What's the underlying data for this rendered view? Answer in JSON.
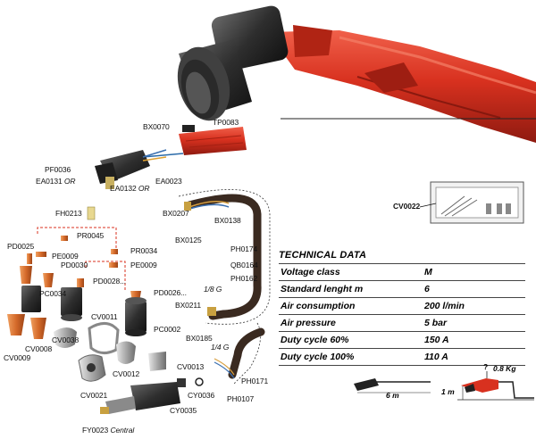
{
  "labels": {
    "BX0070": "BX0070",
    "TP0083": "TP0083",
    "PF0036": "PF0036",
    "EA0131": "EA0131",
    "EA0132": "EA0132",
    "EA0023": "EA0023",
    "OR": "OR",
    "FH0213": "FH0213",
    "PR0045": "PR0045",
    "PR0034": "PR0034",
    "PD0025": "PD0025",
    "PE0009a": "PE0009",
    "PE0009b": "PE0009",
    "PD0030": "PD0030",
    "PD0028": "PD0028...",
    "PD0026": "PD0026...",
    "PC0034": "PC0034",
    "CV0011": "CV0011",
    "PC0002": "PC0002",
    "CV0008": "CV0008",
    "CV0038": "CV0038",
    "CV0009": "CV0009",
    "CV0012": "CV0012",
    "CV0013": "CV0013",
    "CV0021": "CV0021",
    "CY0036": "CY0036",
    "CY0035": "CY0035",
    "FY0023": "FY0023",
    "Central": "Central",
    "BX0207": "BX0207",
    "BX0138": "BX0138",
    "BX0125": "BX0125",
    "PH0174": "PH0174",
    "QB0164": "QB0164",
    "PH0162": "PH0162",
    "G18": "1/8 G",
    "BX0211": "BX0211",
    "BX0185": "BX0185",
    "G14": "1/4 G",
    "PH0171": "PH0171",
    "PH0107": "PH0107",
    "CV0022": "CV0022"
  },
  "technical_data": {
    "title": "TECHNICAL DATA",
    "rows": [
      {
        "key": "Voltage class",
        "value": "M"
      },
      {
        "key": "Standard lenght m",
        "value": "6"
      },
      {
        "key": "Air consumption",
        "value": "200 l/min"
      },
      {
        "key": "Air pressure",
        "value": "5 bar"
      },
      {
        "key": "Duty cycle 60%",
        "value": "150 A"
      },
      {
        "key": "Duty cycle 100%",
        "value": "110 A"
      }
    ]
  },
  "dimensions": {
    "length": "6 m",
    "height": "1 m",
    "weight": "0.8 Kg",
    "question": "?"
  },
  "colors": {
    "torch_red": "#d8311f",
    "torch_dark": "#2a2a2a",
    "copper": "#d56a2a",
    "steel": "#b8b8b8"
  }
}
